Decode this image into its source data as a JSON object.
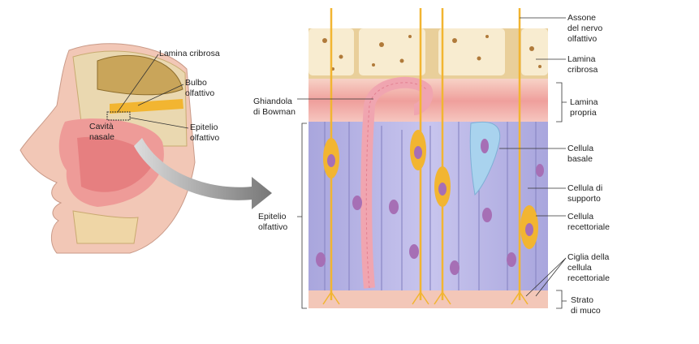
{
  "head_labels": {
    "lamina_cribrosa": "Lamina cribrosa",
    "bulbo": [
      "Bulbo",
      "olfattivo"
    ],
    "epitelio": [
      "Epitelio",
      "olfattivo"
    ],
    "cavita": [
      "Cavità",
      "nasale"
    ]
  },
  "detail_labels": {
    "ghiandola": [
      "Ghiandola",
      "di Bowman"
    ],
    "epitelio": [
      "Epitelio",
      "olfattivo"
    ],
    "assone": [
      "Assone",
      "del nervo",
      "olfattivo"
    ],
    "lamina_cribrosa": [
      "Lamina",
      "cribrosa"
    ],
    "lamina_propria": [
      "Lamina",
      "propria"
    ],
    "cellula_basale": [
      "Cellula",
      "basale"
    ],
    "cellula_supporto": [
      "Cellula di",
      "supporto"
    ],
    "cellula_recettoriale": [
      "Cellula",
      "recettoriale"
    ],
    "ciglia": [
      "Ciglia della",
      "cellula",
      "recettoriale"
    ],
    "muco": [
      "Strato",
      "di muco"
    ]
  },
  "colors": {
    "bone": "#e9cf9a",
    "propria": "#f3b4b0",
    "epithelium": "#b9b6e6",
    "neuron": "#f2b531",
    "nucleus": "#a66fb5",
    "basal": "#a9d3ee"
  }
}
